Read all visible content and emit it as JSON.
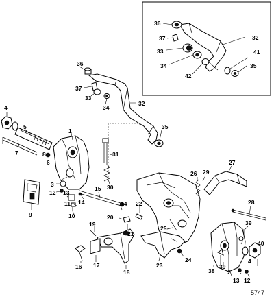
{
  "diagram": {
    "inset_callouts": [
      "36",
      "37",
      "32",
      "41",
      "33",
      "35",
      "34",
      "42"
    ],
    "callouts": {
      "c1": "1",
      "c2": "2",
      "c3": "3",
      "c4": "4",
      "c4b": "4",
      "c5": "5",
      "c6": "6",
      "c7": "7",
      "c8": "8",
      "c9": "9",
      "c10": "10",
      "c11": "11",
      "c12": "12",
      "c12b": "12",
      "c13": "13",
      "c13b": "13",
      "c14": "14",
      "c14b": "14",
      "c15": "15",
      "c16": "16",
      "c17": "17",
      "c18": "18",
      "c19": "19",
      "c20": "20",
      "c21": "21",
      "c22": "22",
      "c23": "23",
      "c24": "24",
      "c25": "25",
      "c26": "26",
      "c27": "27",
      "c28": "28",
      "c29": "29",
      "c30": "30",
      "c31": "31",
      "c32": "32",
      "c33": "33",
      "c34": "34",
      "c35": "35",
      "c36": "36",
      "c37": "37",
      "c38": "38",
      "c39": "39",
      "c39b": "39",
      "c40": "40"
    },
    "reference_number": "5747"
  }
}
